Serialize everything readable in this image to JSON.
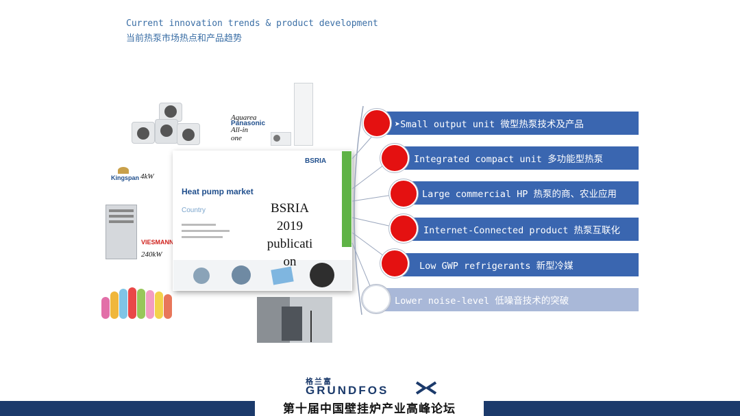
{
  "header": {
    "title_en": "Current innovation trends & product development",
    "title_cn": "当前热泵市场热点和产品趋势"
  },
  "images": {
    "label_aquarea_1": "Aquarea",
    "label_panasonic": "Panasonic",
    "label_allin": "All-in",
    "label_one": "one",
    "label_kingspan": "Kingspan",
    "label_4kw": "4kW",
    "label_viessmann": "VIESMANN",
    "label_240kw": "240kW"
  },
  "report": {
    "logo": "BSRIA",
    "title": "Heat pump market",
    "subtitle": "Country",
    "overlay_line1": "BSRIA",
    "overlay_line2": "2019",
    "overlay_line3": "publicati",
    "overlay_line4": "on"
  },
  "trends": [
    {
      "label": "➤Small output unit 微型热泵技术及产品",
      "active": true
    },
    {
      "label": "Integrated compact unit 多功能型热泵",
      "active": true
    },
    {
      "label": "Large commercial HP 热泵的商、农业应用",
      "active": true
    },
    {
      "label": "Internet-Connected product 热泵互联化",
      "active": true
    },
    {
      "label": "Low GWP refrigerants 新型冷媒",
      "active": true
    },
    {
      "label": "Lower noise-level 低噪音技术的突破",
      "active": false
    }
  ],
  "colors": {
    "bar_dark": "#3a66b0",
    "bar_light": "#a9b8d8",
    "circle_active": "#e41111",
    "footer": "#1b3a6b"
  },
  "footer": {
    "logo_cn": "格兰富",
    "logo_en": "GRUNDFOS",
    "event": "第十届中国壁挂炉产业高峰论坛"
  }
}
